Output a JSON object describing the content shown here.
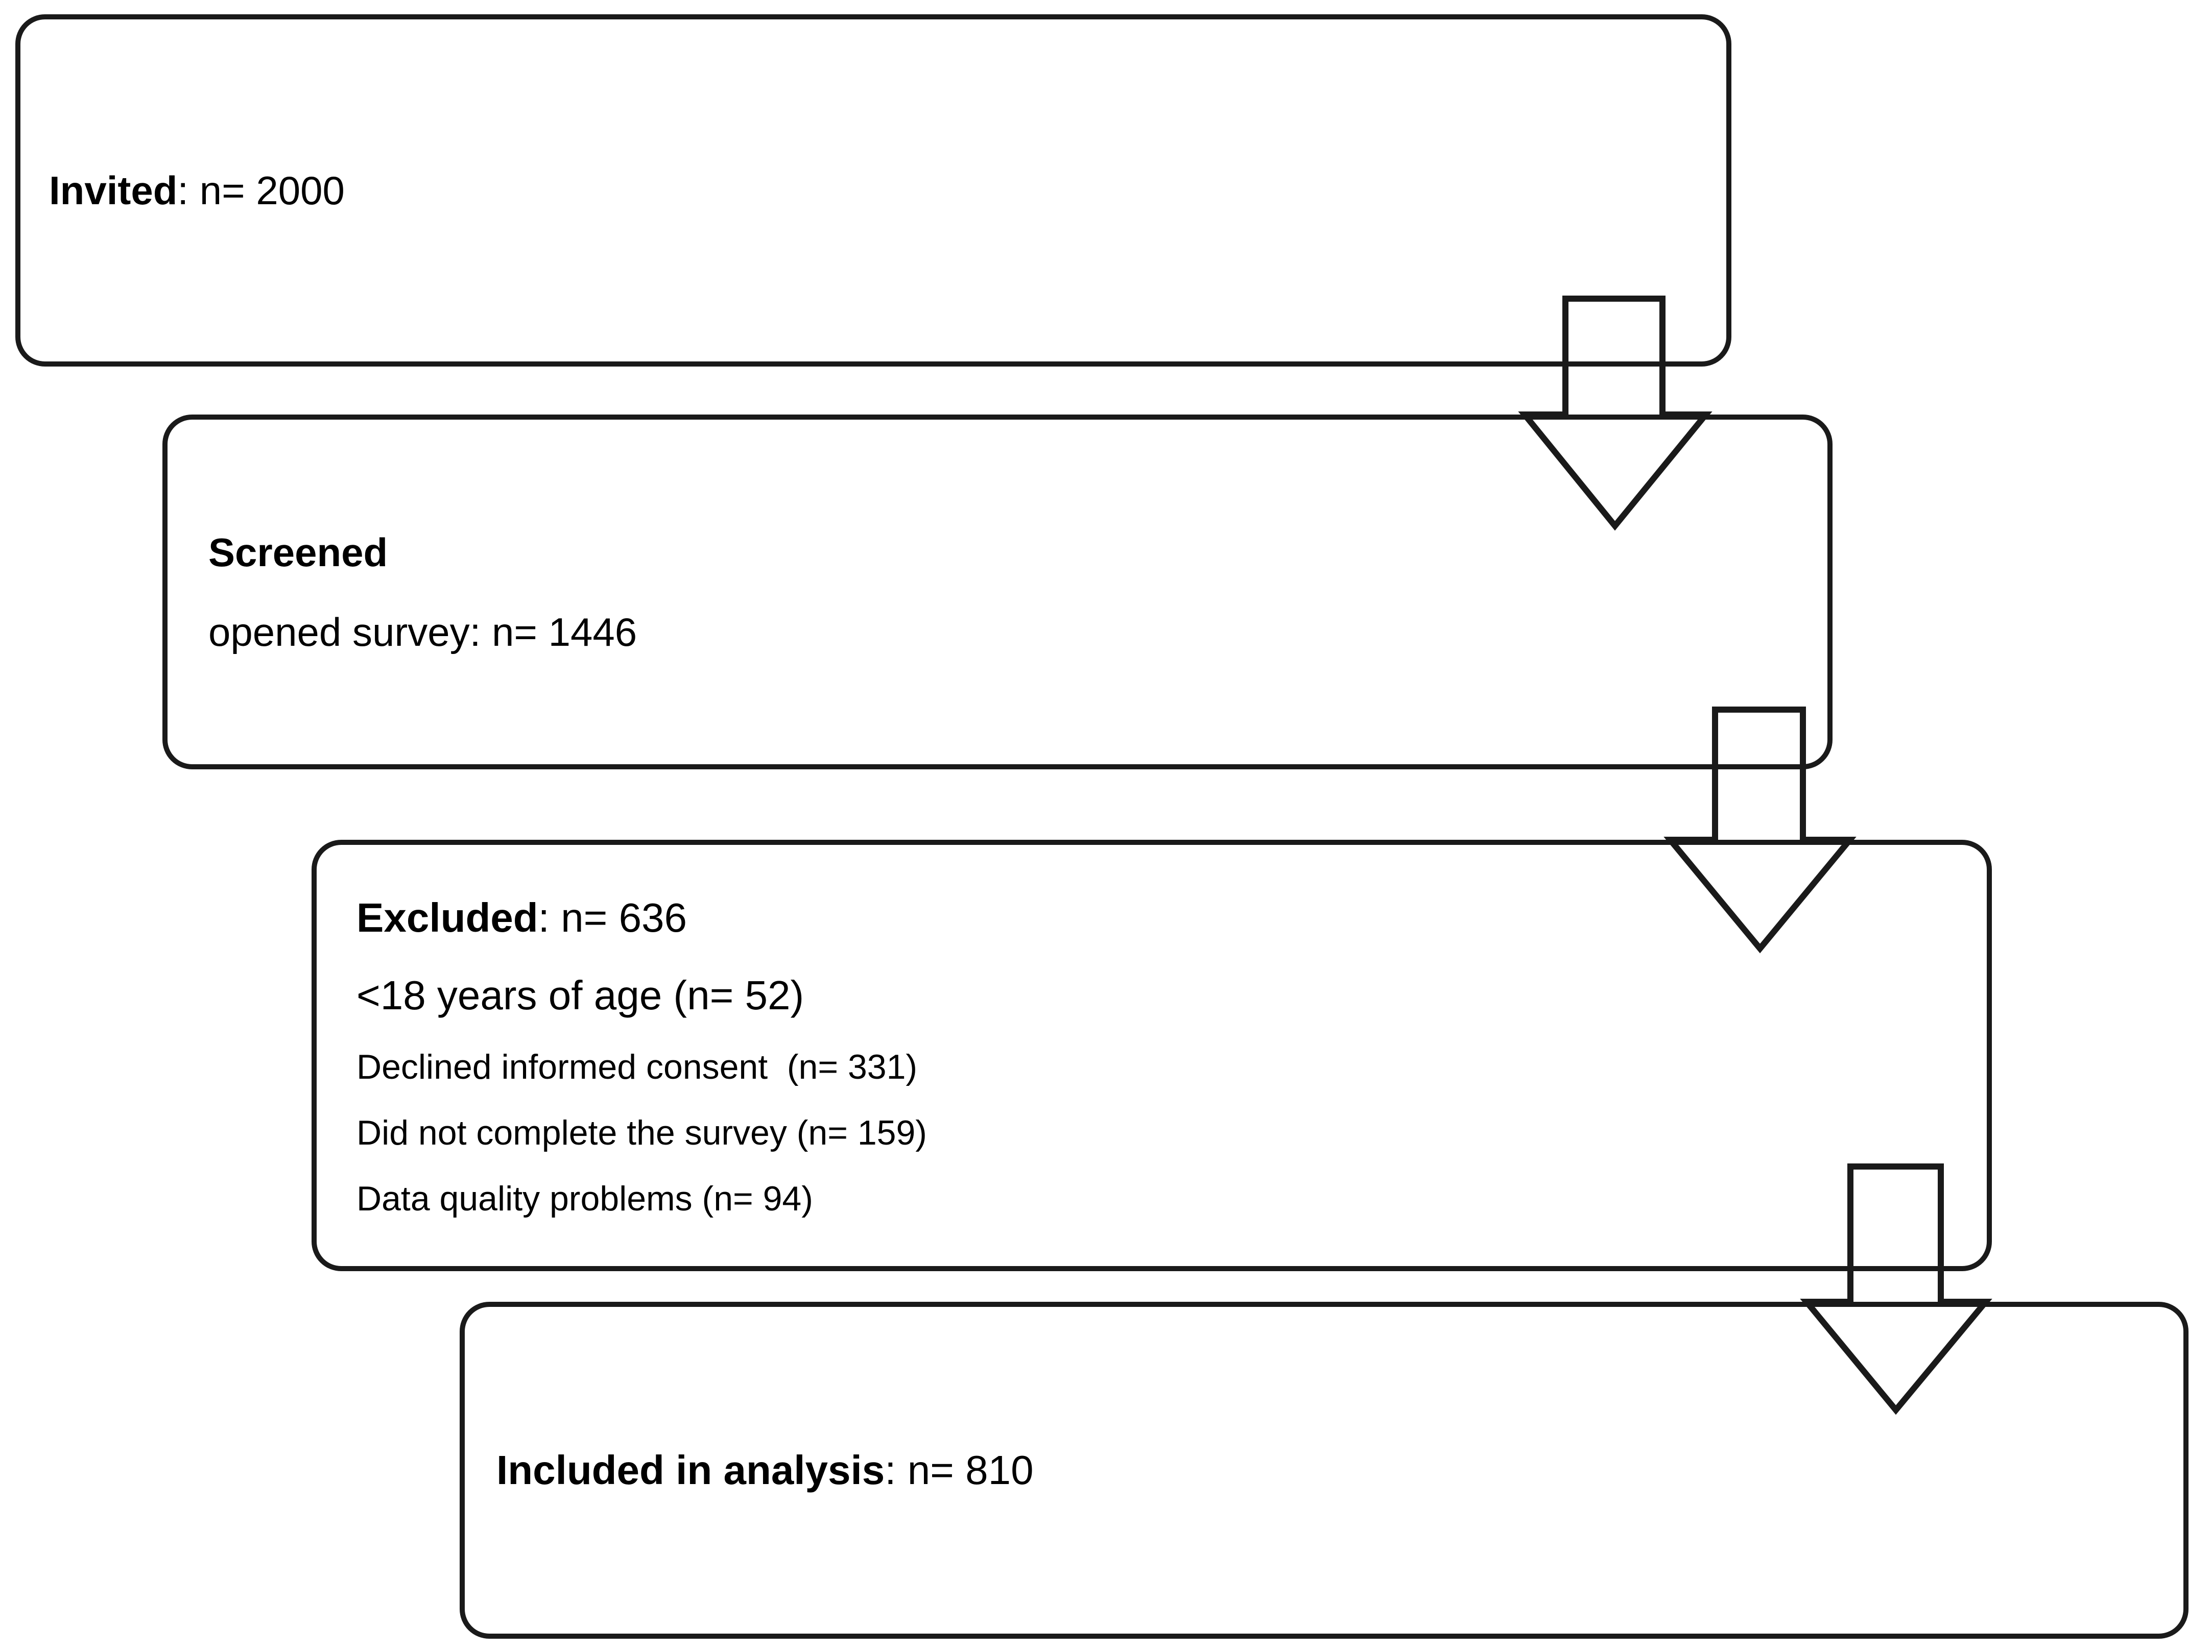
{
  "colors": {
    "stroke": "#1a1a1a",
    "background": "#ffffff",
    "text": "#000000"
  },
  "flow": {
    "box1": {
      "label_bold": "Invited",
      "label_rest": ": n= 2000"
    },
    "box2": {
      "line1_bold": "Screened",
      "line2": "opened survey: n= 1446"
    },
    "box3": {
      "line1_bold": "Excluded",
      "line1_rest": ": n= 636",
      "line2": "<18 years of age (n= 52)",
      "line3": "Declined informed consent  (n= 331)",
      "line4": "Did not complete the survey (n= 159)",
      "line5": "Data quality problems (n= 94)"
    },
    "box4": {
      "label_bold": "Included in analysis",
      "label_rest": ": n= 810"
    },
    "arrows": [
      {
        "name": "arrow-invited-to-screened",
        "direction": "down",
        "style": "outline"
      },
      {
        "name": "arrow-screened-to-excluded",
        "direction": "down",
        "style": "outline"
      },
      {
        "name": "arrow-excluded-to-included",
        "direction": "down",
        "style": "outline"
      }
    ]
  }
}
